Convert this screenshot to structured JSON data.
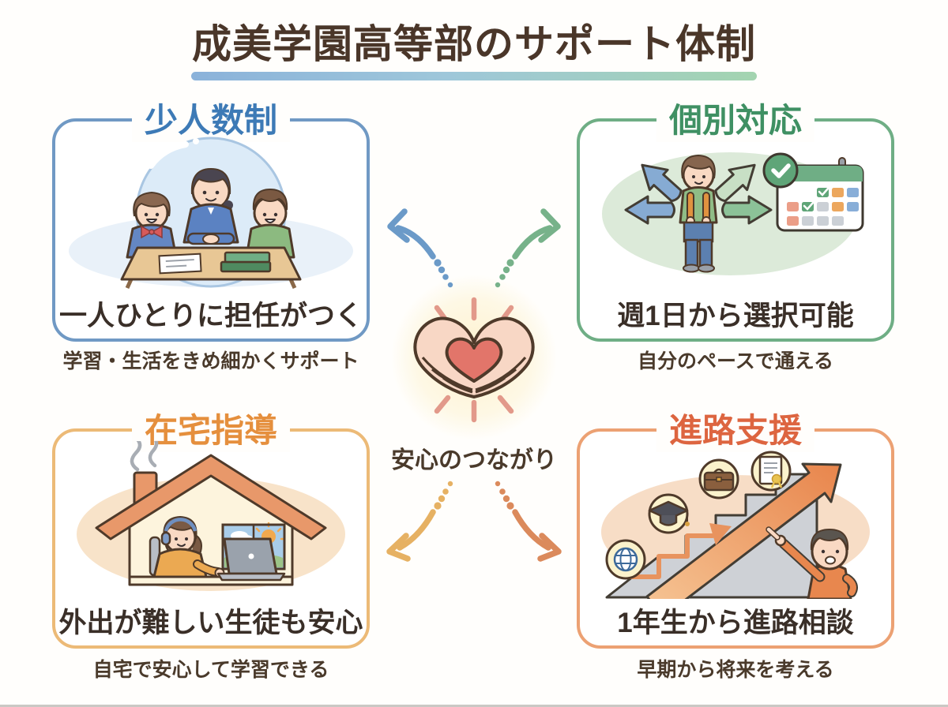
{
  "title": {
    "text": "成美学園高等部のサポート体制",
    "color": "#4a3629",
    "underline_gradient": [
      "#8ab2da",
      "#a3d4b0"
    ]
  },
  "cards": [
    {
      "id": "small-class",
      "header": "少人数制",
      "accent": "#3d7ab6",
      "border": "#7099c4",
      "main_text": "一人ひとりに担任がつく",
      "caption": "学習・生活をきめ細かくサポート",
      "illustration": "teacher-with-two-students-in-bubble"
    },
    {
      "id": "individual-support",
      "header": "個別対応",
      "accent": "#3f9063",
      "border": "#6fae85",
      "main_text": "週1日から選択可能",
      "caption": "自分のペースで通える",
      "illustration": "student-choosing-paths-with-calendar"
    },
    {
      "id": "home-teaching",
      "header": "在宅指導",
      "accent": "#e58f3d",
      "border": "#ecba77",
      "main_text": "外出が難しい生徒も安心",
      "caption": "自宅で安心して学習できる",
      "illustration": "student-studying-at-home-laptop"
    },
    {
      "id": "career-support",
      "header": "進路支援",
      "accent": "#dd6540",
      "border": "#eca173",
      "main_text": "1年生から進路相談",
      "caption": "早期から将来を考える",
      "illustration": "career-stairs-rising-arrow"
    }
  ],
  "center": {
    "label": "安心のつながり",
    "icon": "hands-heart-icon",
    "heart_color": "#e2756a",
    "hands_color": "#f8d7c5"
  },
  "connectors": {
    "top_left_color": "#6b9ac8",
    "top_right_color": "#77b28a",
    "bottom_left_color": "#e6b163",
    "bottom_right_color": "#db8a5c"
  }
}
